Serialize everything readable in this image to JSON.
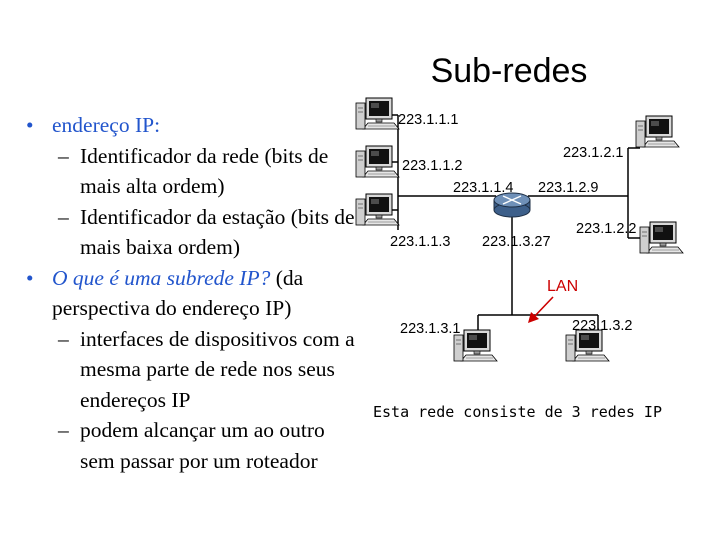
{
  "title": "Sub-redes",
  "bullets": {
    "b1": "endereço IP:",
    "b1_sub1": "Identificador da rede (bits de mais alta ordem)",
    "b1_sub2": "Identificador da estação (bits de mais baixa ordem)",
    "b2_italic": "O que é uma subrede IP?",
    "b2_rest": " (da perspectiva do endereço IP)",
    "b2_sub1": "interfaces de dispositivos com a mesma parte de rede nos seus endereços IP",
    "b2_sub2": "podem alcançar um ao outro sem passar por um roteador"
  },
  "diagram": {
    "addresses": {
      "a1": "223.1.1.1",
      "a2": "223.1.1.2",
      "a3": "223.1.1.3",
      "a4": "223.1.1.4",
      "b1": "223.1.2.1",
      "b2": "223.1.2.2",
      "b9": "223.1.2.9",
      "c1": "223.1.3.1",
      "c2": "223.1.3.2",
      "c27": "223.1.3.27"
    },
    "lan_label": "LAN",
    "caption": "Esta rede consiste de 3 redes IP",
    "colors": {
      "accent": "#2255cc",
      "lan": "#cc0000",
      "router": "#3d5f8a"
    },
    "icons": [
      "workstation-icon",
      "router-icon",
      "arrow-icon"
    ]
  }
}
